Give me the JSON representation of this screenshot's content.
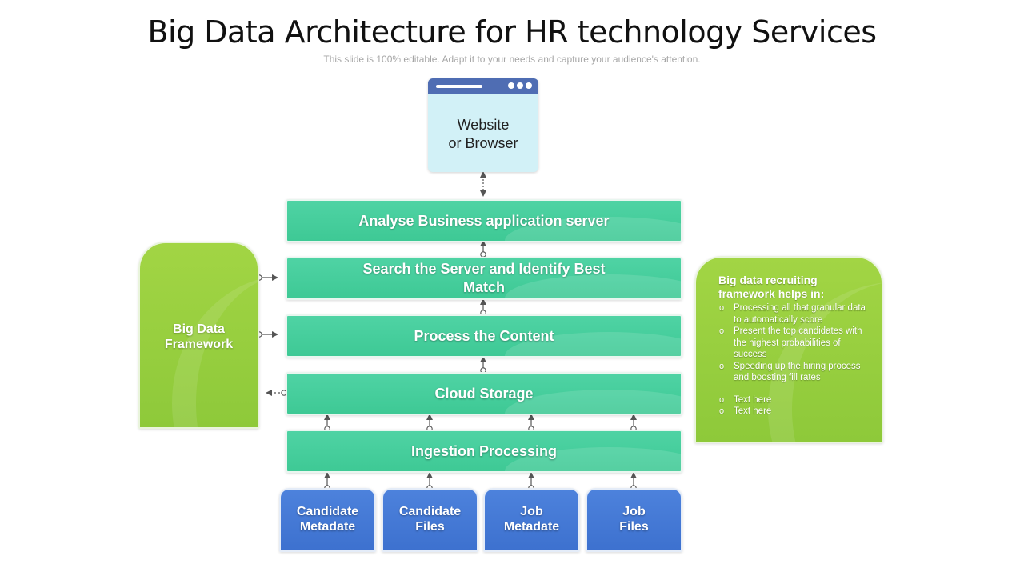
{
  "page": {
    "title": "Big Data Architecture for HR technology Services",
    "subtitle": "This slide is 100% editable. Adapt it to your needs and capture your audience's attention."
  },
  "browser": {
    "label_line1": "Website",
    "label_line2": "or Browser",
    "icon": "browser-window-icon"
  },
  "stack": {
    "layers": [
      "Analyse Business application server",
      "Search the Server and Identify Best Match",
      "Process the Content",
      "Cloud Storage",
      "Ingestion Processing"
    ]
  },
  "framework": {
    "label": "Big Data Framework"
  },
  "info": {
    "heading": "Big data recruiting framework helps in:",
    "items": [
      "Processing all that granular data to automatically score",
      "Present the top candidates with the highest probabilities of success",
      "Speeding up the hiring process and boosting fill rates",
      "Text here",
      "Text here"
    ]
  },
  "sources": [
    "Candidate\nMetadate",
    "Candidate\nFiles",
    "Job\nMetadate",
    "Job\nFiles"
  ],
  "colors": {
    "green_bar": "#3ec995",
    "lime_panel": "#8ec93a",
    "blue_source": "#3d71cf",
    "browser_bar": "#4f6db3",
    "browser_body": "#d2f1f7"
  }
}
